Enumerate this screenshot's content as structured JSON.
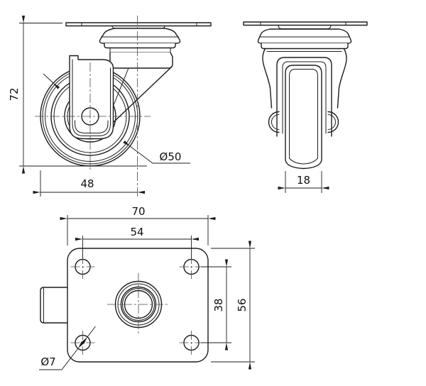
{
  "drawing": {
    "type": "technical-drawing",
    "subject": "swivel-caster-wheel",
    "colors": {
      "background": "#ffffff",
      "line": "#1c1c1c",
      "centerline": "#4a4a4a"
    },
    "views": {
      "side": {
        "dims": {
          "overall_height": "72",
          "offset_width": "48",
          "wheel_diameter": "Ø50"
        }
      },
      "front": {
        "dims": {
          "wheel_width": "18"
        }
      },
      "plate": {
        "dims": {
          "plate_width": "70",
          "hole_spacing_width": "54",
          "hole_spacing_depth": "38",
          "plate_depth": "56",
          "hole_diameter": "Ø7"
        }
      }
    }
  }
}
